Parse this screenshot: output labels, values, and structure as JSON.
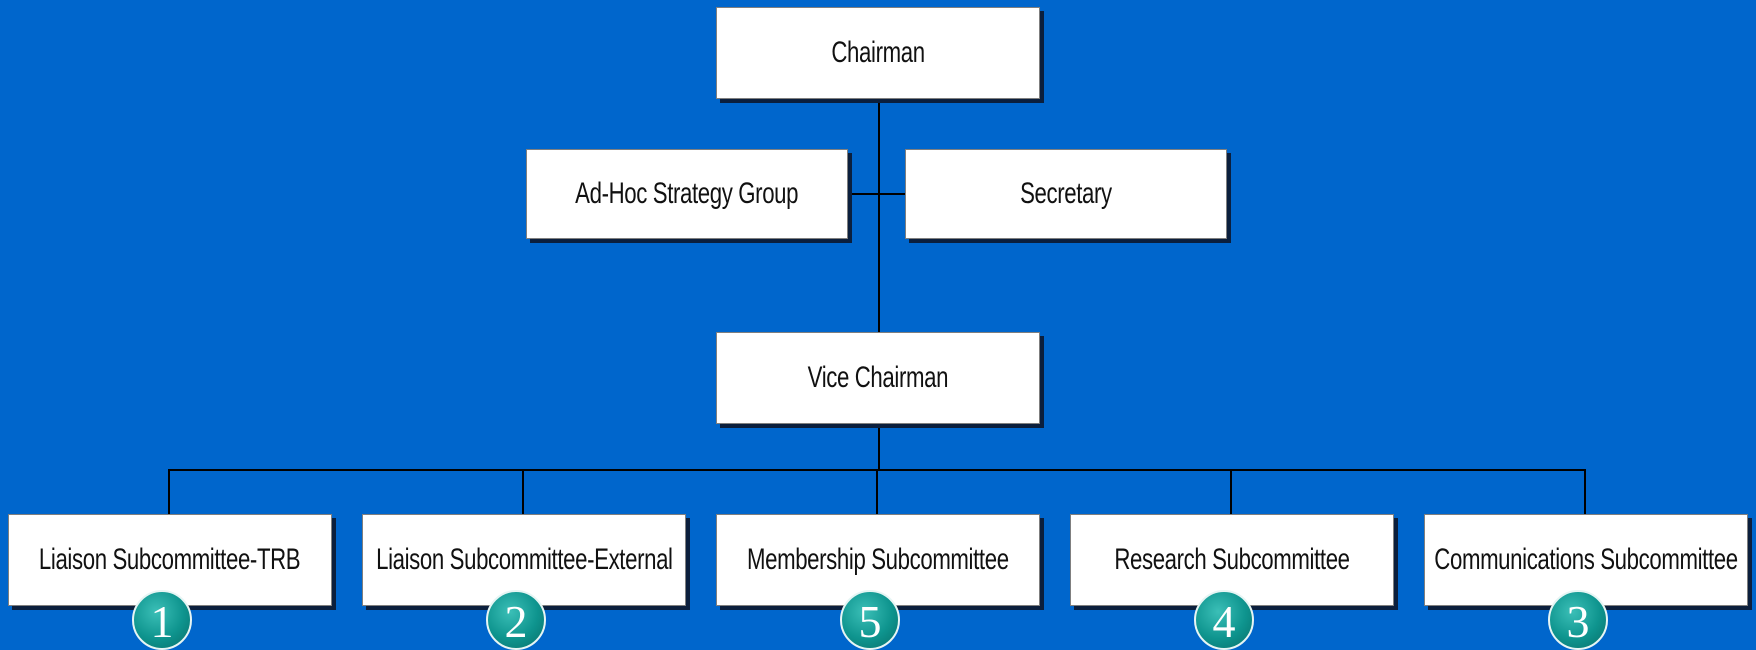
{
  "colors": {
    "background": "#0066cc",
    "box": "#ffffff",
    "badge": "#0e948e",
    "connector": "#000000"
  },
  "org": {
    "chairman": "Chairman",
    "ad_hoc": "Ad-Hoc Strategy Group",
    "secretary": "Secretary",
    "vice_chairman": "Vice Chairman",
    "subcommittees": [
      {
        "label": "Liaison Subcommittee-TRB",
        "number": "1"
      },
      {
        "label": "Liaison Subcommittee-External",
        "number": "2"
      },
      {
        "label": "Membership Subcommittee",
        "number": "5"
      },
      {
        "label": "Research Subcommittee",
        "number": "4"
      },
      {
        "label": "Communications Subcommittee",
        "number": "3"
      }
    ]
  }
}
